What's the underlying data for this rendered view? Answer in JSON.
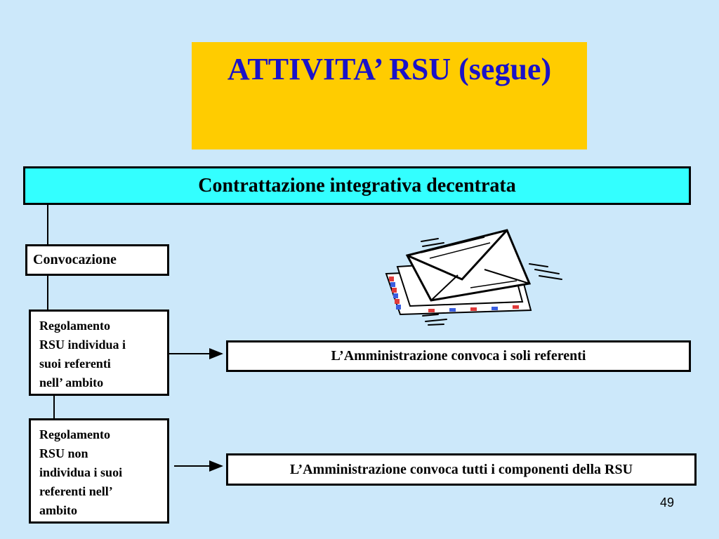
{
  "slide": {
    "title": "ATTIVITA’ RSU (segue)",
    "page_number": "49"
  },
  "diagram": {
    "header": "Contrattazione integrativa decentrata",
    "step": "Convocazione",
    "case_1": {
      "lines": [
        "Regolamento",
        "RSU individua i",
        "suoi referenti",
        "nell’ ambito"
      ],
      "outcome": "L’Amministrazione convoca i soli referenti"
    },
    "case_2": {
      "lines": [
        "Regolamento",
        "RSU non",
        "individua i suoi",
        "referenti nell’",
        "ambito"
      ],
      "outcome": "L’Amministrazione convoca tutti i componenti della RSU"
    }
  },
  "illustration": {
    "icon": "envelope-icon"
  },
  "colors": {
    "background": "#cce8fa",
    "title_box": "#ffcc00",
    "title_text": "#1a12c8",
    "header_box": "#33ffff"
  }
}
